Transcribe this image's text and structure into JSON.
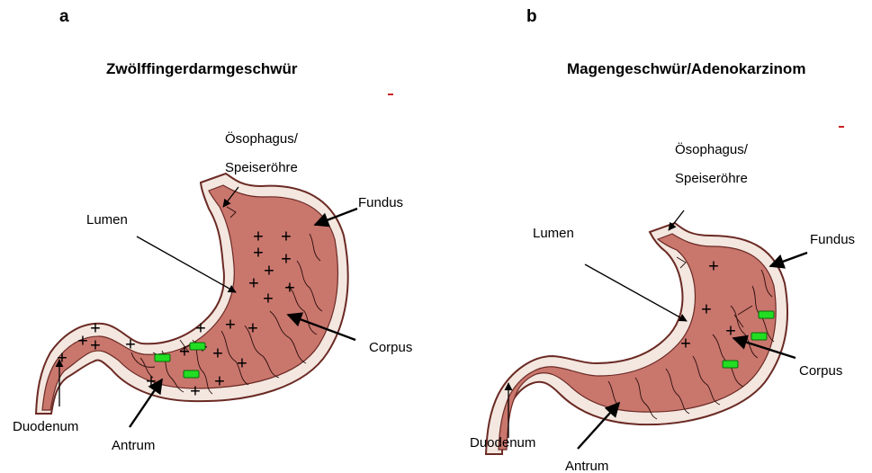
{
  "colors": {
    "stomach_fill": "#c9766d",
    "stomach_outline": "#6b2a24",
    "stomach_inner_edge": "#f3e7e0",
    "vessel": "#2a0e0b",
    "helicobacter": "#22dd22",
    "helicobacter_edge": "#0b6b0b",
    "marker": "#cc2222"
  },
  "panels": [
    {
      "letter": "a",
      "title": "Zwölffingerdarmgeschwür",
      "labels": {
        "esophagus_line1": "Ösophagus/",
        "esophagus_line2": "Speiseröhre",
        "fundus": "Fundus",
        "lumen": "Lumen",
        "corpus": "Corpus",
        "duodenum": "Duodenum",
        "antrum": "Antrum"
      },
      "plus_symbol": "+",
      "plus_count": 23,
      "bacteria_count": 3
    },
    {
      "letter": "b",
      "title": "Magengeschwür/Adenokarzinom",
      "labels": {
        "esophagus_line1": "Ösophagus/",
        "esophagus_line2": "Speiseröhre",
        "fundus": "Fundus",
        "lumen": "Lumen",
        "corpus": "Corpus",
        "duodenum": "Duodenum",
        "antrum": "Antrum"
      },
      "plus_symbol": "+",
      "plus_count": 4,
      "bacteria_count": 3
    }
  ]
}
